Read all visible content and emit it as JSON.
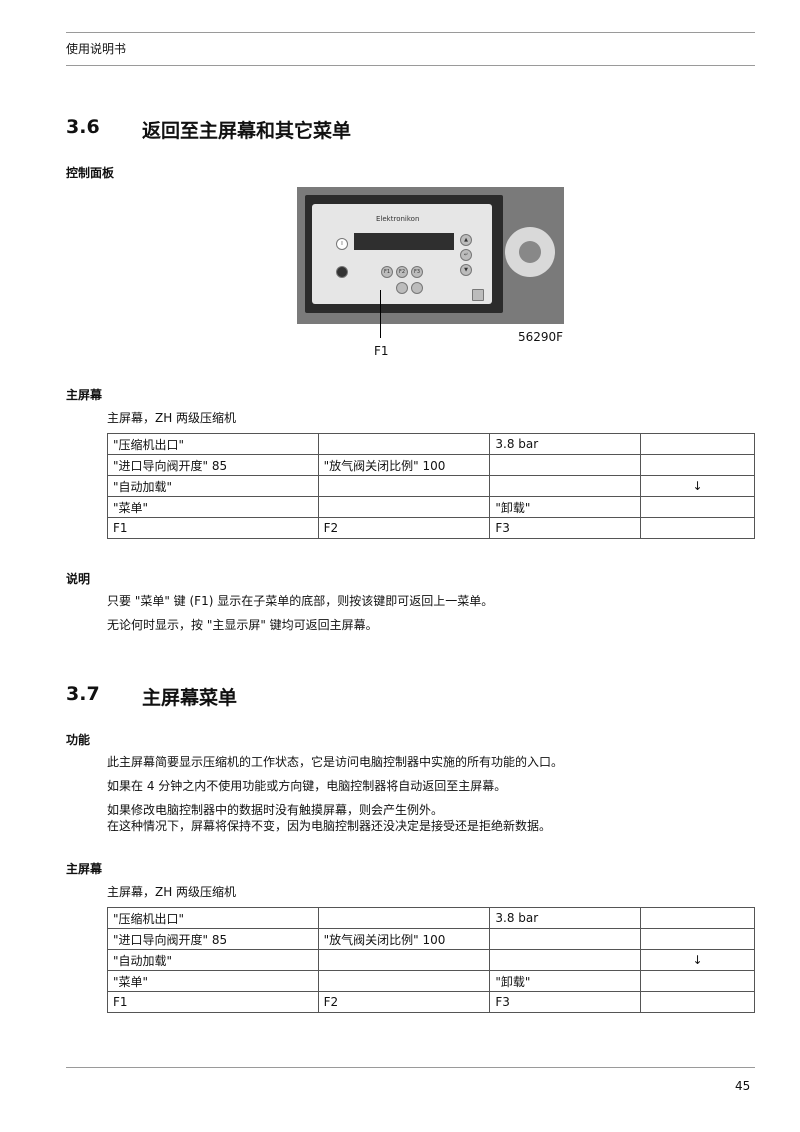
{
  "header": {
    "doc_title": "使用说明书"
  },
  "page_number": "45",
  "figure": {
    "brand": "Elektronikon",
    "code": "56290F",
    "callout": "F1",
    "key_labels": [
      "F1",
      "F2",
      "F3"
    ]
  },
  "sections": [
    {
      "num": "3.6",
      "title": "返回至主屏幕和其它菜单",
      "subheads": [
        "控制面板",
        "主屏幕",
        "说明"
      ],
      "screen_caption": "主屏幕，ZH 两级压缩机",
      "notes": [
        "只要 \"菜单\" 键 (F1) 显示在子菜单的底部，则按该键即可返回上一菜单。",
        "无论何时显示，按 \"主显示屏\" 键均可返回主屏幕。"
      ]
    },
    {
      "num": "3.7",
      "title": "主屏幕菜单",
      "subheads": [
        "功能",
        "主屏幕"
      ],
      "paragraphs": [
        "此主屏幕简要显示压缩机的工作状态，它是访问电脑控制器中实施的所有功能的入口。",
        "如果在 4 分钟之内不使用功能或方向键，电脑控制器将自动返回至主屏幕。",
        "如果修改电脑控制器中的数据时没有触摸屏幕，则会产生例外。",
        "在这种情况下，屏幕将保持不变，因为电脑控制器还没决定是接受还是拒绝新数据。"
      ],
      "screen_caption": "主屏幕，ZH 两级压缩机"
    }
  ],
  "screen_table": [
    [
      "\"压缩机出口\"",
      "",
      "3.8 bar",
      ""
    ],
    [
      "\"进口导向阀开度\" 85",
      "\"放气阀关闭比例\" 100",
      "",
      ""
    ],
    [
      "\"自动加载\"",
      "",
      "",
      "↓"
    ],
    [
      "\"菜单\"",
      "",
      "\"卸载\"",
      ""
    ],
    [
      "F1",
      "F2",
      "F3",
      ""
    ]
  ]
}
